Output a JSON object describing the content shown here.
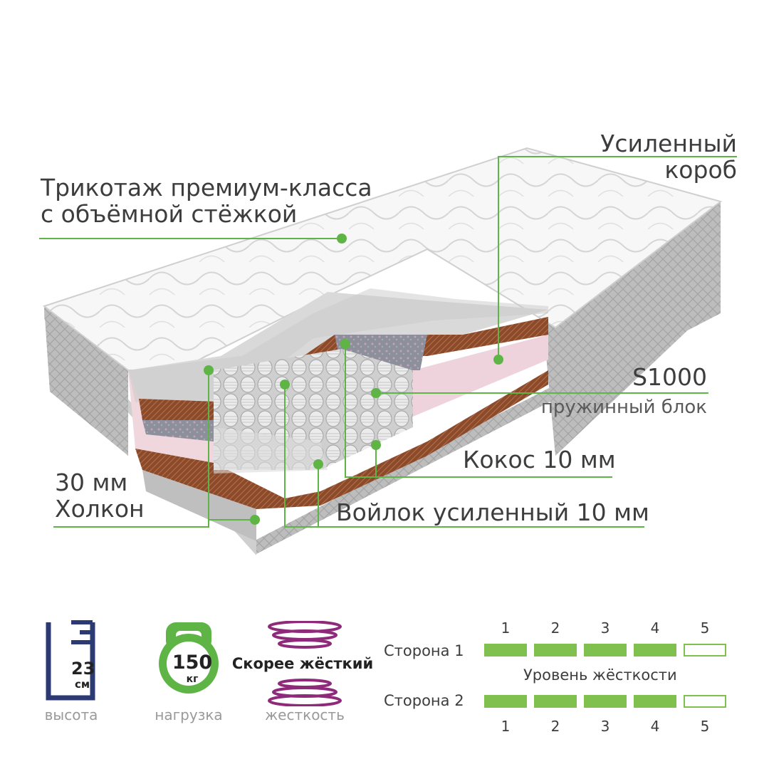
{
  "callouts": {
    "knit_line1": "Трикотаж премиум-класса",
    "knit_line2": "с объёмной стёжкой",
    "box_line1": "Усиленный",
    "box_line2": "короб",
    "spring_title": "S1000",
    "spring_sub": "пружинный блок",
    "coconut": "Кокос 10 мм",
    "felt": "Войлок усиленный 10 мм",
    "holcon_line1": "30 мм",
    "holcon_line2": "Холкон"
  },
  "specs": {
    "height_value": "23",
    "height_unit": "см",
    "height_caption": "высота",
    "load_value": "150",
    "load_unit": "кг",
    "load_caption": "нагрузка",
    "firmness_value": "Скорее жёсткий",
    "firmness_caption": "жесткость"
  },
  "firmness_scale": {
    "title": "Уровень жёсткости",
    "levels": [
      "1",
      "2",
      "3",
      "4",
      "5"
    ],
    "sides": [
      {
        "label": "Сторона 1",
        "level": 4
      },
      {
        "label": "Сторона 2",
        "level": 4
      }
    ]
  },
  "colors": {
    "accent_green": "#5fb446",
    "bar_green": "#7fc04f",
    "icon_navy": "#2b3a73",
    "icon_purple": "#8e2a79"
  },
  "icons": [
    "ruler-icon",
    "kettlebell-icon",
    "spring-icon"
  ]
}
